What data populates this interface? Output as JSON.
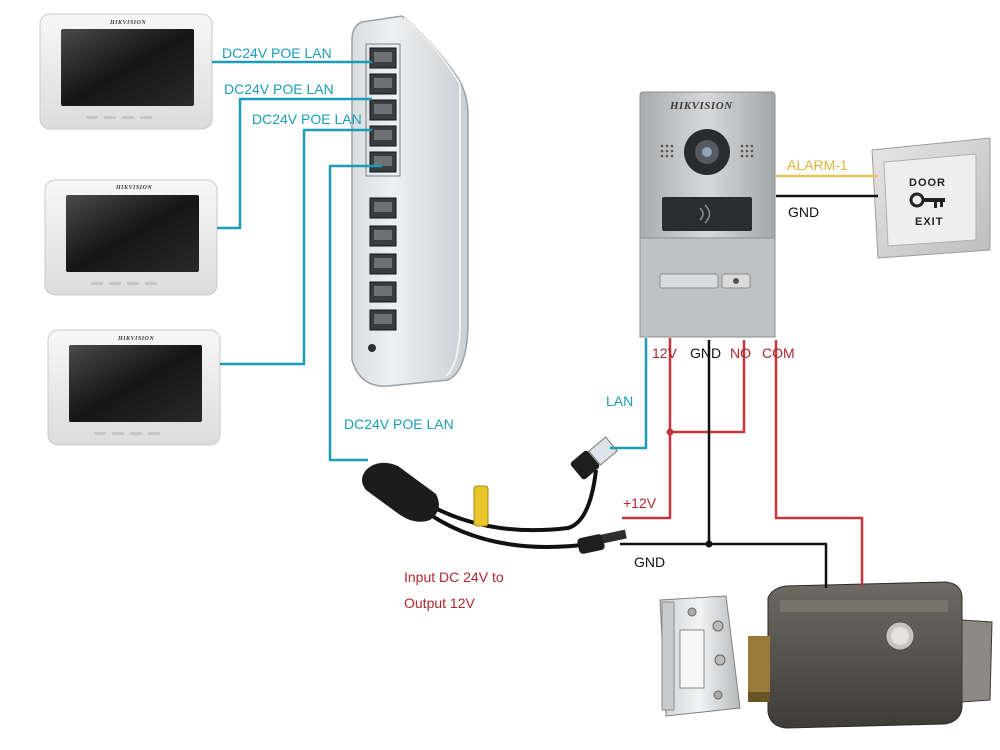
{
  "brand": "HIKVISION",
  "labels": {
    "poe_lan_1": "DC24V POE LAN",
    "poe_lan_2": "DC24V POE LAN",
    "poe_lan_3": "DC24V POE LAN",
    "poe_lan_bottom": "DC24V POE LAN",
    "lan": "LAN",
    "alarm": "ALARM-1",
    "gnd_exit": "GND",
    "terminal_12v": "12V",
    "terminal_gnd": "GND",
    "terminal_no": "NO",
    "terminal_com": "COM",
    "plus_12v": "+12V",
    "gnd_lock": "GND",
    "converter_line1": "Input DC 24V to",
    "converter_line2": "Output 12V"
  },
  "exit_button": {
    "line1": "DOOR",
    "line2": "EXIT"
  },
  "colors": {
    "poe_wire": "#1b9cb8",
    "power_wire": "#c4353d",
    "ground_wire": "#111111",
    "alarm_wire": "#e8c35a"
  }
}
